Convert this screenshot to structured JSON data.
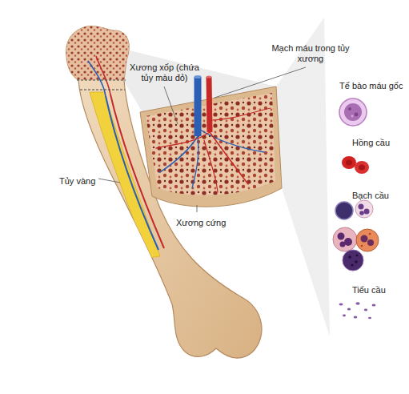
{
  "diagram": {
    "labels": [
      "Xương xốp (chứa tủy màu đỏ)",
      "Mạch máu trong tủy xương",
      "Tế bào máu gốc",
      "Hồng cầu",
      "Bạch cầu",
      "Tiểu cầu",
      "Tủy vàng",
      "Xương cứng"
    ]
  }
}
